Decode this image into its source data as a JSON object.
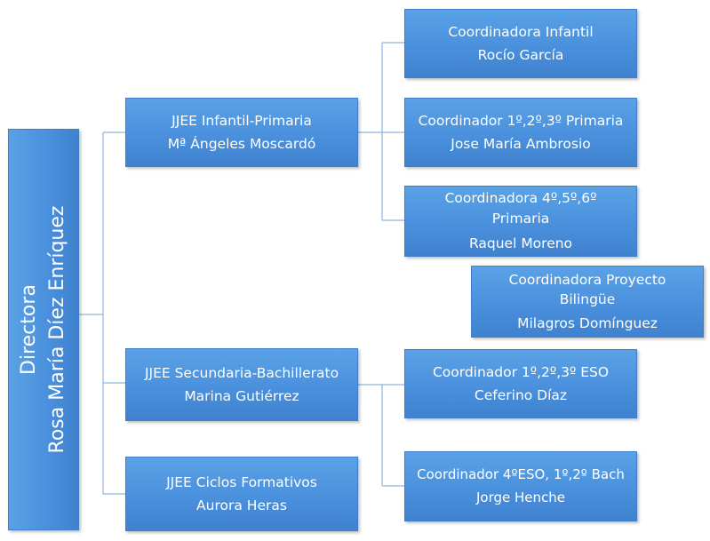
{
  "director": {
    "title": "Directora",
    "name": "Rosa María Díez Enríquez"
  },
  "level2": [
    {
      "title": "JJEE Infantil-Primaria",
      "name": "Mª Ángeles Moscardó"
    },
    {
      "title": "JJEE Secundaria-Bachillerato",
      "name": "Marina Gutiérrez"
    },
    {
      "title": "JJEE Ciclos Formativos",
      "name": "Aurora Heras"
    }
  ],
  "level3": [
    {
      "title": "Coordinadora Infantil",
      "name": "Rocío García"
    },
    {
      "title": "Coordinador 1º,2º,3º Primaria",
      "name": "Jose María Ambrosio"
    },
    {
      "title": "Coordinadora 4º,5º,6º Primaria",
      "name": "Raquel Moreno"
    },
    {
      "title": "Coordinadora Proyecto Bilingüe",
      "name": "Milagros Domínguez"
    },
    {
      "title": "Coordinador 1º,2º,3º ESO",
      "name": "Ceferino Díaz"
    },
    {
      "title": "Coordinador 4ºESO, 1º,2º Bach",
      "name": "Jorge Henche"
    }
  ],
  "colors": {
    "box_fill": "#4a90dd",
    "box_border": "#3d7fc8",
    "connector": "#8fb4df",
    "text": "#ffffff"
  }
}
